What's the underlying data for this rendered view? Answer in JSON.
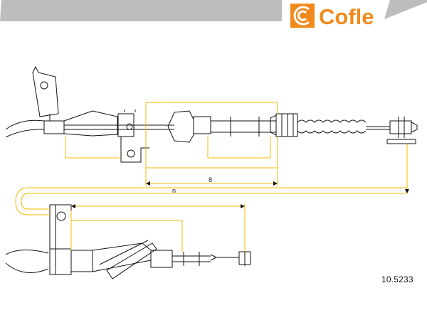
{
  "brand": {
    "name": "Cofle",
    "logo_text": "Cofle",
    "color": "#f08a1c",
    "banner_color": "#bdbdbd"
  },
  "drawing": {
    "line_color": "#111111",
    "dimension_color": "#f5b800",
    "dimension_labels": {
      "upper_length": "8",
      "lower_length": "n"
    }
  },
  "part_number": "10.5233"
}
